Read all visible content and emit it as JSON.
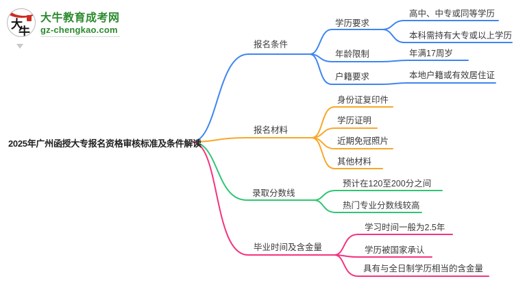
{
  "colors": {
    "background": "#ffffff",
    "node_text": "#3a3a3a",
    "title_text": "#1f1f1f",
    "branch_blue": "#3d85f0",
    "branch_orange": "#f7a727",
    "branch_green": "#2ec573",
    "branch_pink": "#f4327e",
    "logo_green": "#2b8a2f",
    "logo_red": "#cf2b24"
  },
  "logo": {
    "icon_char1": "大",
    "icon_char2": "牛",
    "site_name": "大牛教育成考网",
    "site_url": "gz-chengkao.com"
  },
  "root": {
    "title": "2025年广州函授大专报名资格审核标准及条件解读"
  },
  "branches": [
    {
      "label": "报名条件",
      "color": "#3d85f0",
      "children": [
        {
          "label": "学历要求",
          "children": [
            {
              "label": "高中、中专或同等学历"
            },
            {
              "label": "本科需持有大专或以上学历"
            }
          ]
        },
        {
          "label": "年龄限制",
          "children": [
            {
              "label": "年满17周岁"
            }
          ]
        },
        {
          "label": "户籍要求",
          "children": [
            {
              "label": "本地户籍或有效居住证"
            }
          ]
        }
      ]
    },
    {
      "label": "报名材料",
      "color": "#f7a727",
      "children": [
        {
          "label": "身份证复印件"
        },
        {
          "label": "学历证明"
        },
        {
          "label": "近期免冠照片"
        },
        {
          "label": "其他材料"
        }
      ]
    },
    {
      "label": "录取分数线",
      "color": "#2ec573",
      "children": [
        {
          "label": "预计在120至200分之间"
        },
        {
          "label": "热门专业分数线较高"
        }
      ]
    },
    {
      "label": "毕业时间及含金量",
      "color": "#f4327e",
      "children": [
        {
          "label": "学习时间一般为2.5年"
        },
        {
          "label": "学历被国家承认"
        },
        {
          "label": "具有与全日制学历相当的含金量"
        }
      ]
    }
  ]
}
